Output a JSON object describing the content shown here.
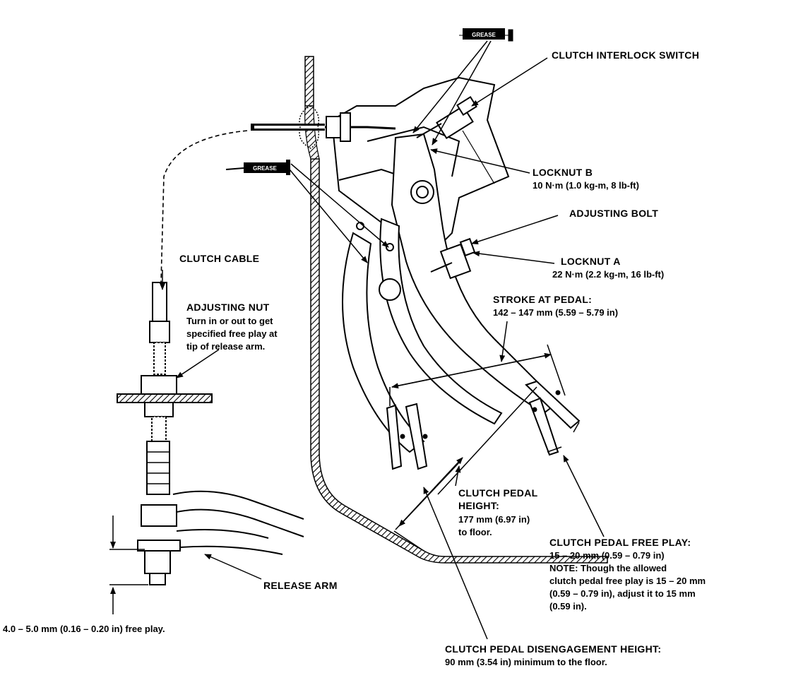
{
  "labels": {
    "grease_tag": "GREASE",
    "clutch_interlock_switch": "CLUTCH INTERLOCK SWITCH",
    "locknut_b": {
      "title": "LOCKNUT B",
      "spec": "10 N·m (1.0 kg-m, 8 lb-ft)"
    },
    "adjusting_bolt": "ADJUSTING BOLT",
    "locknut_a": {
      "title": "LOCKNUT A",
      "spec": "22 N·m (2.2 kg-m, 16 lb-ft)"
    },
    "clutch_cable": "CLUTCH CABLE",
    "adjusting_nut": {
      "title": "ADJUSTING NUT",
      "lines": [
        "Turn in or out to get",
        "specified free play at",
        "tip of release arm."
      ]
    },
    "stroke_at_pedal": {
      "title": "STROKE AT PEDAL:",
      "spec": "142 – 147 mm (5.59 – 5.79 in)"
    },
    "clutch_pedal_height": {
      "lines": [
        "CLUTCH PEDAL",
        "HEIGHT:"
      ],
      "spec_lines": [
        "177 mm (6.97 in)",
        "to floor."
      ]
    },
    "clutch_pedal_free_play": {
      "title": "CLUTCH PEDAL FREE PLAY:",
      "spec": "15 – 20 mm (0.59 – 0.79 in)",
      "note_lines": [
        "NOTE: Though the allowed",
        "clutch pedal free play is 15 – 20 mm",
        "(0.59 – 0.79 in), adjust it to 15 mm",
        "(0.59 in)."
      ]
    },
    "release_arm": "RELEASE ARM",
    "release_free_play": "4.0 – 5.0 mm (0.16 – 0.20 in) free play.",
    "disengagement_height": {
      "title": "CLUTCH PEDAL DISENGAGEMENT HEIGHT:",
      "spec": "90 mm (3.54 in) minimum to the floor."
    }
  }
}
